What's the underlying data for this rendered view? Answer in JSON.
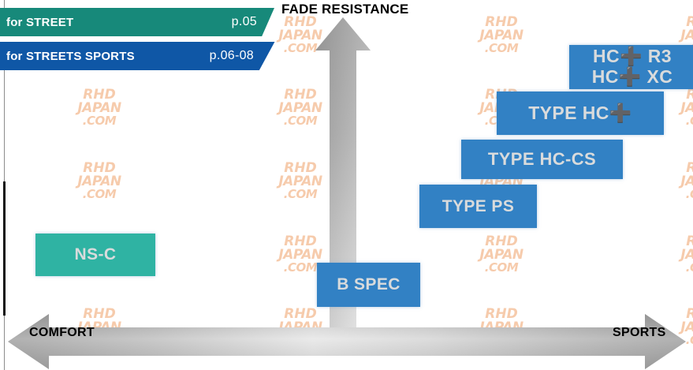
{
  "chart_data": {
    "type": "scatter",
    "title": "FADE RESISTANCE",
    "xlabel": "COMFORT ↔ SPORTS",
    "ylabel": "FADE RESISTANCE",
    "x_axis": {
      "left_label": "COMFORT",
      "right_label": "SPORTS"
    },
    "y_axis": {
      "top_label": "FADE RESISTANCE"
    },
    "grid": false,
    "legend": "none",
    "series": [
      {
        "name": "for STREET",
        "color": "#2fb3a3",
        "points": [
          {
            "label": "NS-C",
            "comfort_sports": 0.14,
            "fade_resistance": 0.26
          }
        ]
      },
      {
        "name": "for STREETS SPORTS",
        "color": "#3281c4",
        "points": [
          {
            "label": "B SPEC",
            "comfort_sports": 0.52,
            "fade_resistance": 0.18
          },
          {
            "label": "TYPE PS",
            "comfort_sports": 0.67,
            "fade_resistance": 0.46
          },
          {
            "label": "TYPE HC-CS",
            "comfort_sports": 0.76,
            "fade_resistance": 0.59
          },
          {
            "label": "TYPE HC+",
            "comfort_sports": 0.86,
            "fade_resistance": 0.72
          },
          {
            "label": "HC+ R3 / HC+ XC",
            "comfort_sports": 0.94,
            "fade_resistance": 0.85
          }
        ]
      }
    ]
  },
  "title": {
    "text": "FADE RESISTANCE"
  },
  "banners": [
    {
      "id": "street",
      "label": "for STREET",
      "page": "p.05",
      "color": "#17897a"
    },
    {
      "id": "streets_sports",
      "label": "for STREETS SPORTS",
      "page": "p.06-08",
      "color": "#0f57a6"
    }
  ],
  "axis": {
    "vertical": {
      "label": "FADE RESISTANCE",
      "direction": "up"
    },
    "horizontal": {
      "left_label": "COMFORT",
      "right_label": "SPORTS",
      "direction": "both"
    }
  },
  "boxes": [
    {
      "id": "hcr3",
      "line1": "HC➕ R3",
      "line2": "HC➕ XC",
      "text": "HC+ R3\nHC+ XC",
      "color": "#3281c4"
    },
    {
      "id": "hcplus",
      "text": "TYPE HC➕",
      "color": "#3281c4"
    },
    {
      "id": "hccs",
      "text": "TYPE HC-CS",
      "color": "#3281c4"
    },
    {
      "id": "ps",
      "text": "TYPE PS",
      "color": "#3281c4"
    },
    {
      "id": "bspec",
      "text": "B SPEC",
      "color": "#3281c4"
    },
    {
      "id": "nsc",
      "text": "NS-C",
      "color": "#2fb3a3"
    }
  ],
  "watermark": {
    "line1": "RHD",
    "line2": "JAPAN",
    "line3": ".COM",
    "color": "#f6c9a8"
  },
  "colors": {
    "street_green": "#17897a",
    "sports_blue": "#0f57a6",
    "box_blue": "#3281c4",
    "box_teal": "#2fb3a3",
    "arrow_gray_dark": "#8f8f8f",
    "arrow_gray_light": "#efefef",
    "background": "#ffffff",
    "box_text": "#d9dbdc"
  }
}
